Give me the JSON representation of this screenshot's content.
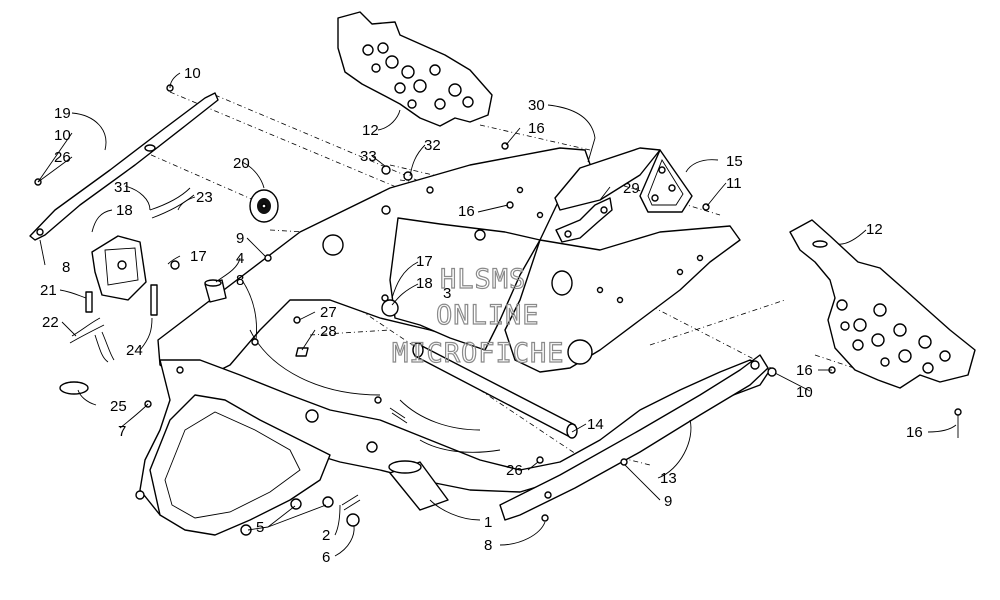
{
  "watermark": [
    "HLSMS",
    "ONLINE",
    "MICROFICHE"
  ],
  "callouts": [
    {
      "id": "c10-top",
      "text": "10"
    },
    {
      "id": "c19",
      "text": "19"
    },
    {
      "id": "c10-left",
      "text": "10"
    },
    {
      "id": "c26-left",
      "text": "26"
    },
    {
      "id": "c31",
      "text": "31"
    },
    {
      "id": "c18-left",
      "text": "18"
    },
    {
      "id": "c23",
      "text": "23"
    },
    {
      "id": "c17-left",
      "text": "17"
    },
    {
      "id": "c8-left",
      "text": "8"
    },
    {
      "id": "c21",
      "text": "21"
    },
    {
      "id": "c22",
      "text": "22"
    },
    {
      "id": "c24",
      "text": "24"
    },
    {
      "id": "c25",
      "text": "25"
    },
    {
      "id": "c7",
      "text": "7"
    },
    {
      "id": "c20",
      "text": "20"
    },
    {
      "id": "c9-left",
      "text": "9"
    },
    {
      "id": "c4",
      "text": "4"
    },
    {
      "id": "c8-mid",
      "text": "8"
    },
    {
      "id": "c27",
      "text": "27"
    },
    {
      "id": "c28",
      "text": "28"
    },
    {
      "id": "c12-top",
      "text": "12"
    },
    {
      "id": "c33",
      "text": "33"
    },
    {
      "id": "c32",
      "text": "32"
    },
    {
      "id": "c30",
      "text": "30"
    },
    {
      "id": "c16-top",
      "text": "16"
    },
    {
      "id": "c16-mid",
      "text": "16"
    },
    {
      "id": "c17-mid",
      "text": "17"
    },
    {
      "id": "c18-mid",
      "text": "18"
    },
    {
      "id": "c3",
      "text": "3"
    },
    {
      "id": "c29",
      "text": "29"
    },
    {
      "id": "c15",
      "text": "15"
    },
    {
      "id": "c11",
      "text": "11"
    },
    {
      "id": "c12-right",
      "text": "12"
    },
    {
      "id": "c16-right",
      "text": "16"
    },
    {
      "id": "c10-right",
      "text": "10"
    },
    {
      "id": "c16-far",
      "text": "16"
    },
    {
      "id": "c14",
      "text": "14"
    },
    {
      "id": "c13",
      "text": "13"
    },
    {
      "id": "c26-bot",
      "text": "26"
    },
    {
      "id": "c9-bot",
      "text": "9"
    },
    {
      "id": "c1",
      "text": "1"
    },
    {
      "id": "c8-bot",
      "text": "8"
    },
    {
      "id": "c5",
      "text": "5"
    },
    {
      "id": "c2",
      "text": "2"
    },
    {
      "id": "c6",
      "text": "6"
    }
  ]
}
